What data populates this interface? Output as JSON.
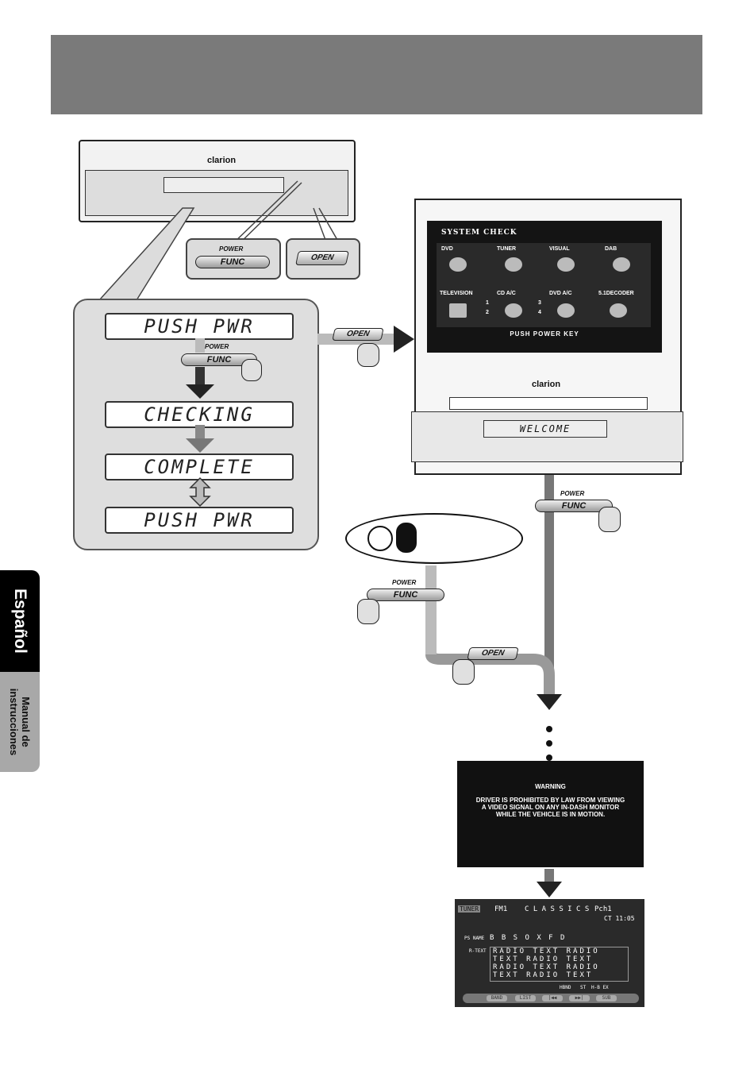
{
  "head_unit": {
    "brand": "clarion",
    "func_label": "FUNC",
    "power_label": "POWER",
    "open_label": "OPEN"
  },
  "sequence": {
    "lcd_1": "PUSH PWR",
    "lcd_2": "CHECKING",
    "lcd_3": "COMPLETE",
    "lcd_4": "PUSH PWR",
    "func_label": "FUNC",
    "power_label": "POWER"
  },
  "open_arrow_label": "OPEN",
  "monitor": {
    "screen_title": "SYSTEM CHECK",
    "items": [
      "DVD",
      "TUNER",
      "VISUAL",
      "DAB",
      "TELEVISION",
      "CD A/C",
      "DVD A/C",
      "5.1DECODER"
    ],
    "numbers": [
      "1",
      "2",
      "3",
      "4"
    ],
    "footer": "PUSH POWER KEY",
    "brand": "clarion",
    "lcd": "WELCOME"
  },
  "right_flow": {
    "power_label": "POWER",
    "func_label": "FUNC"
  },
  "key_flow": {
    "power_label": "POWER",
    "func_label": "FUNC",
    "open_label": "OPEN"
  },
  "tabs": {
    "language": "Español",
    "manual": "Manual de instrucciones"
  },
  "warning": {
    "title": "WARNING",
    "body_1": "DRIVER IS PROHIBITED BY LAW FROM VIEWING",
    "body_2": "A VIDEO SIGNAL ON ANY IN-DASH MONITOR",
    "body_3": "WHILE THE VEHICLE IS IN MOTION."
  },
  "tuner": {
    "source": "TUNER",
    "band": "FM1",
    "program": "C L A S S I C S",
    "preset": "Pch1",
    "clock": "CT 11:05",
    "ps_label": "PS NAME",
    "ps_value": "B B S   O X F D",
    "rt_label": "R-TEXT",
    "rt_lines": [
      "RADIO TEXT RADIO",
      "TEXT RADIO TEXT",
      "RADIO TEXT RADIO",
      "TEXT RADIO TEXT"
    ],
    "status_1": "HBND",
    "status_2": "ST",
    "status_3": "H-B EX",
    "buttons": [
      "BAND",
      "LIST",
      "|◀◀",
      "▶▶|",
      "SUB"
    ]
  }
}
